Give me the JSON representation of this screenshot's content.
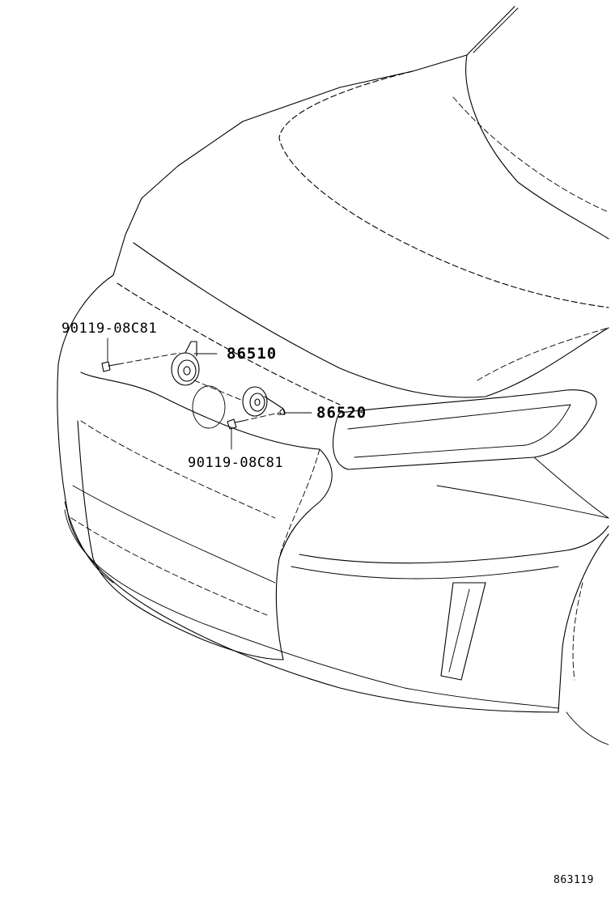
{
  "labels": {
    "bolt_upper": "90119-08C81",
    "horn_high": "86510",
    "horn_low": "86520",
    "bolt_lower": "90119-08C81"
  },
  "figure_id": "863119"
}
